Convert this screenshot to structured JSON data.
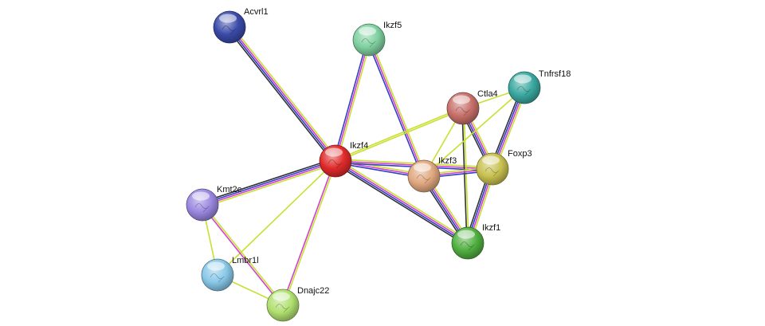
{
  "network": {
    "nodes": [
      {
        "id": "Acvrl1",
        "label": "Acvrl1",
        "color": "#3a4aa8"
      },
      {
        "id": "Ikzf5",
        "label": "Ikzf5",
        "color": "#7fd0a0"
      },
      {
        "id": "Ctla4",
        "label": "Ctla4",
        "color": "#c8706a"
      },
      {
        "id": "Tnfrsf18",
        "label": "Tnfrsf18",
        "color": "#3aa8a0"
      },
      {
        "id": "Ikzf4",
        "label": "Ikzf4",
        "color": "#e02a2a"
      },
      {
        "id": "Ikzf3",
        "label": "Ikzf3",
        "color": "#e0a880"
      },
      {
        "id": "Foxp3",
        "label": "Foxp3",
        "color": "#c8c050"
      },
      {
        "id": "Kmt2c",
        "label": "Kmt2c",
        "color": "#9a88e0"
      },
      {
        "id": "Ikzf1",
        "label": "Ikzf1",
        "color": "#50b040"
      },
      {
        "id": "Lmbr1l",
        "label": "Lmbr1l",
        "color": "#88c8e8"
      },
      {
        "id": "Dnajc22",
        "label": "Dnajc22",
        "color": "#b0e070"
      }
    ],
    "edges": [
      {
        "source": "Acvrl1",
        "target": "Ikzf4",
        "colors": [
          "#c8e030",
          "#d040d0",
          "#3040c0",
          "#333333"
        ]
      },
      {
        "source": "Ikzf5",
        "target": "Ikzf4",
        "colors": [
          "#c8e030",
          "#d040d0",
          "#3040c0"
        ]
      },
      {
        "source": "Ikzf5",
        "target": "Ikzf3",
        "colors": [
          "#c8e030",
          "#d040d0",
          "#3040c0"
        ]
      },
      {
        "source": "Ikzf4",
        "target": "Ctla4",
        "colors": [
          "#c8e030",
          "#c8e030"
        ]
      },
      {
        "source": "Ikzf4",
        "target": "Ikzf3",
        "colors": [
          "#c8e030",
          "#d040d0",
          "#3040c0"
        ]
      },
      {
        "source": "Ikzf4",
        "target": "Foxp3",
        "colors": [
          "#c8e030",
          "#d040d0",
          "#3040c0"
        ]
      },
      {
        "source": "Ikzf4",
        "target": "Ikzf1",
        "colors": [
          "#c8e030",
          "#d040d0",
          "#3040c0",
          "#333333"
        ]
      },
      {
        "source": "Ikzf4",
        "target": "Kmt2c",
        "colors": [
          "#c8e030",
          "#d040d0",
          "#3040c0",
          "#333333"
        ]
      },
      {
        "source": "Ikzf4",
        "target": "Dnajc22",
        "colors": [
          "#c8e030",
          "#d040d0"
        ]
      },
      {
        "source": "Ikzf4",
        "target": "Lmbr1l",
        "colors": [
          "#c8e030"
        ]
      },
      {
        "source": "Ctla4",
        "target": "Tnfrsf18",
        "colors": [
          "#c8e030"
        ]
      },
      {
        "source": "Ctla4",
        "target": "Foxp3",
        "colors": [
          "#c8e030",
          "#d040d0",
          "#3040c0",
          "#333333"
        ]
      },
      {
        "source": "Ctla4",
        "target": "Ikzf3",
        "colors": [
          "#c8e030"
        ]
      },
      {
        "source": "Ctla4",
        "target": "Ikzf1",
        "colors": [
          "#c8e030",
          "#333333"
        ]
      },
      {
        "source": "Tnfrsf18",
        "target": "Foxp3",
        "colors": [
          "#c8e030",
          "#d040d0",
          "#3040c0",
          "#333333"
        ]
      },
      {
        "source": "Tnfrsf18",
        "target": "Ikzf3",
        "colors": [
          "#c8e030"
        ]
      },
      {
        "source": "Ikzf3",
        "target": "Foxp3",
        "colors": [
          "#c8e030",
          "#d040d0",
          "#3040c0"
        ]
      },
      {
        "source": "Ikzf3",
        "target": "Ikzf1",
        "colors": [
          "#c8e030",
          "#d040d0",
          "#3040c0",
          "#333333"
        ]
      },
      {
        "source": "Foxp3",
        "target": "Ikzf1",
        "colors": [
          "#c8e030",
          "#d040d0",
          "#3040c0",
          "#333333"
        ]
      },
      {
        "source": "Kmt2c",
        "target": "Lmbr1l",
        "colors": [
          "#c8e030"
        ]
      },
      {
        "source": "Kmt2c",
        "target": "Dnajc22",
        "colors": [
          "#c8e030",
          "#d040d0"
        ]
      },
      {
        "source": "Lmbr1l",
        "target": "Dnajc22",
        "colors": [
          "#c8e030"
        ]
      }
    ]
  }
}
